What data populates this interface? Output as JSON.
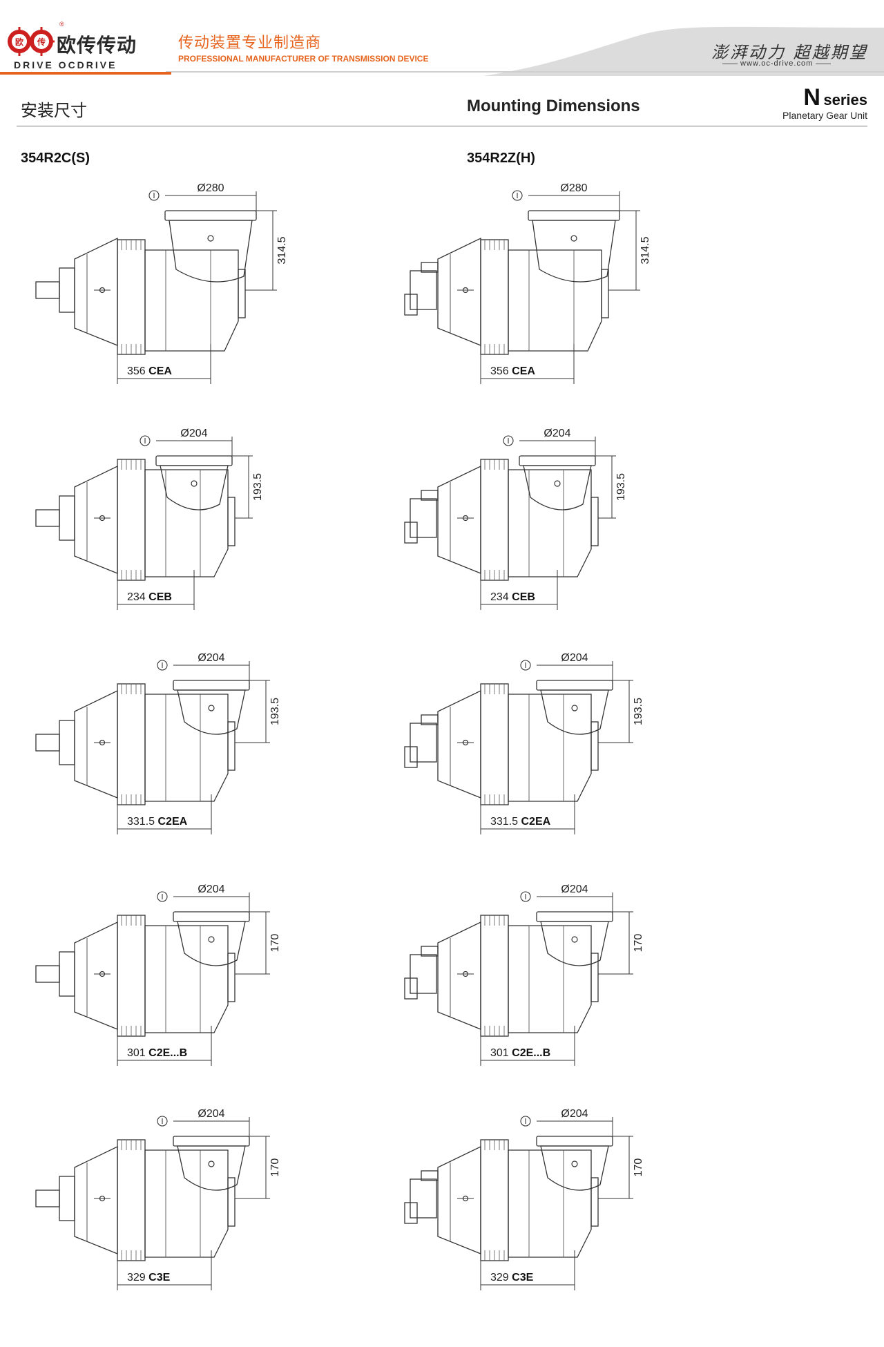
{
  "header": {
    "brand_cn": "欧传传动",
    "brand_en": "DRIVE OCDRIVE",
    "logo_badge_left": "欧",
    "logo_badge_right": "传",
    "registered_mark": "®",
    "slogan_cn": "传动装置专业制造商",
    "slogan_en": "PROFESSIONAL MANUFACTURER OF TRANSMISSION DEVICE",
    "motto": "澎湃动力 超越期望",
    "website": "www.oc-drive.com",
    "colors": {
      "accent": "#e6641e",
      "swoosh": "#dcdcdc"
    }
  },
  "section": {
    "title_cn": "安装尺寸",
    "title_en": "Mounting Dimensions",
    "series_letter": "N",
    "series_word": "series",
    "series_subtitle": "Planetary Gear Unit"
  },
  "columns": [
    {
      "label": "354R2C(S)",
      "input_style": "solid-shaft"
    },
    {
      "label": "354R2Z(H)",
      "input_style": "motor-adapter"
    }
  ],
  "rows": [
    {
      "diameter": "Ø280",
      "height": "314.5",
      "length": "356",
      "code": "CEA"
    },
    {
      "diameter": "Ø204",
      "height": "193.5",
      "length": "234",
      "code": "CEB"
    },
    {
      "diameter": "Ø204",
      "height": "193.5",
      "length": "331.5",
      "code": "C2EA"
    },
    {
      "diameter": "Ø204",
      "height": "170",
      "length": "301",
      "code": "C2E...B"
    },
    {
      "diameter": "Ø204",
      "height": "170",
      "length": "329",
      "code": "C3E"
    }
  ]
}
